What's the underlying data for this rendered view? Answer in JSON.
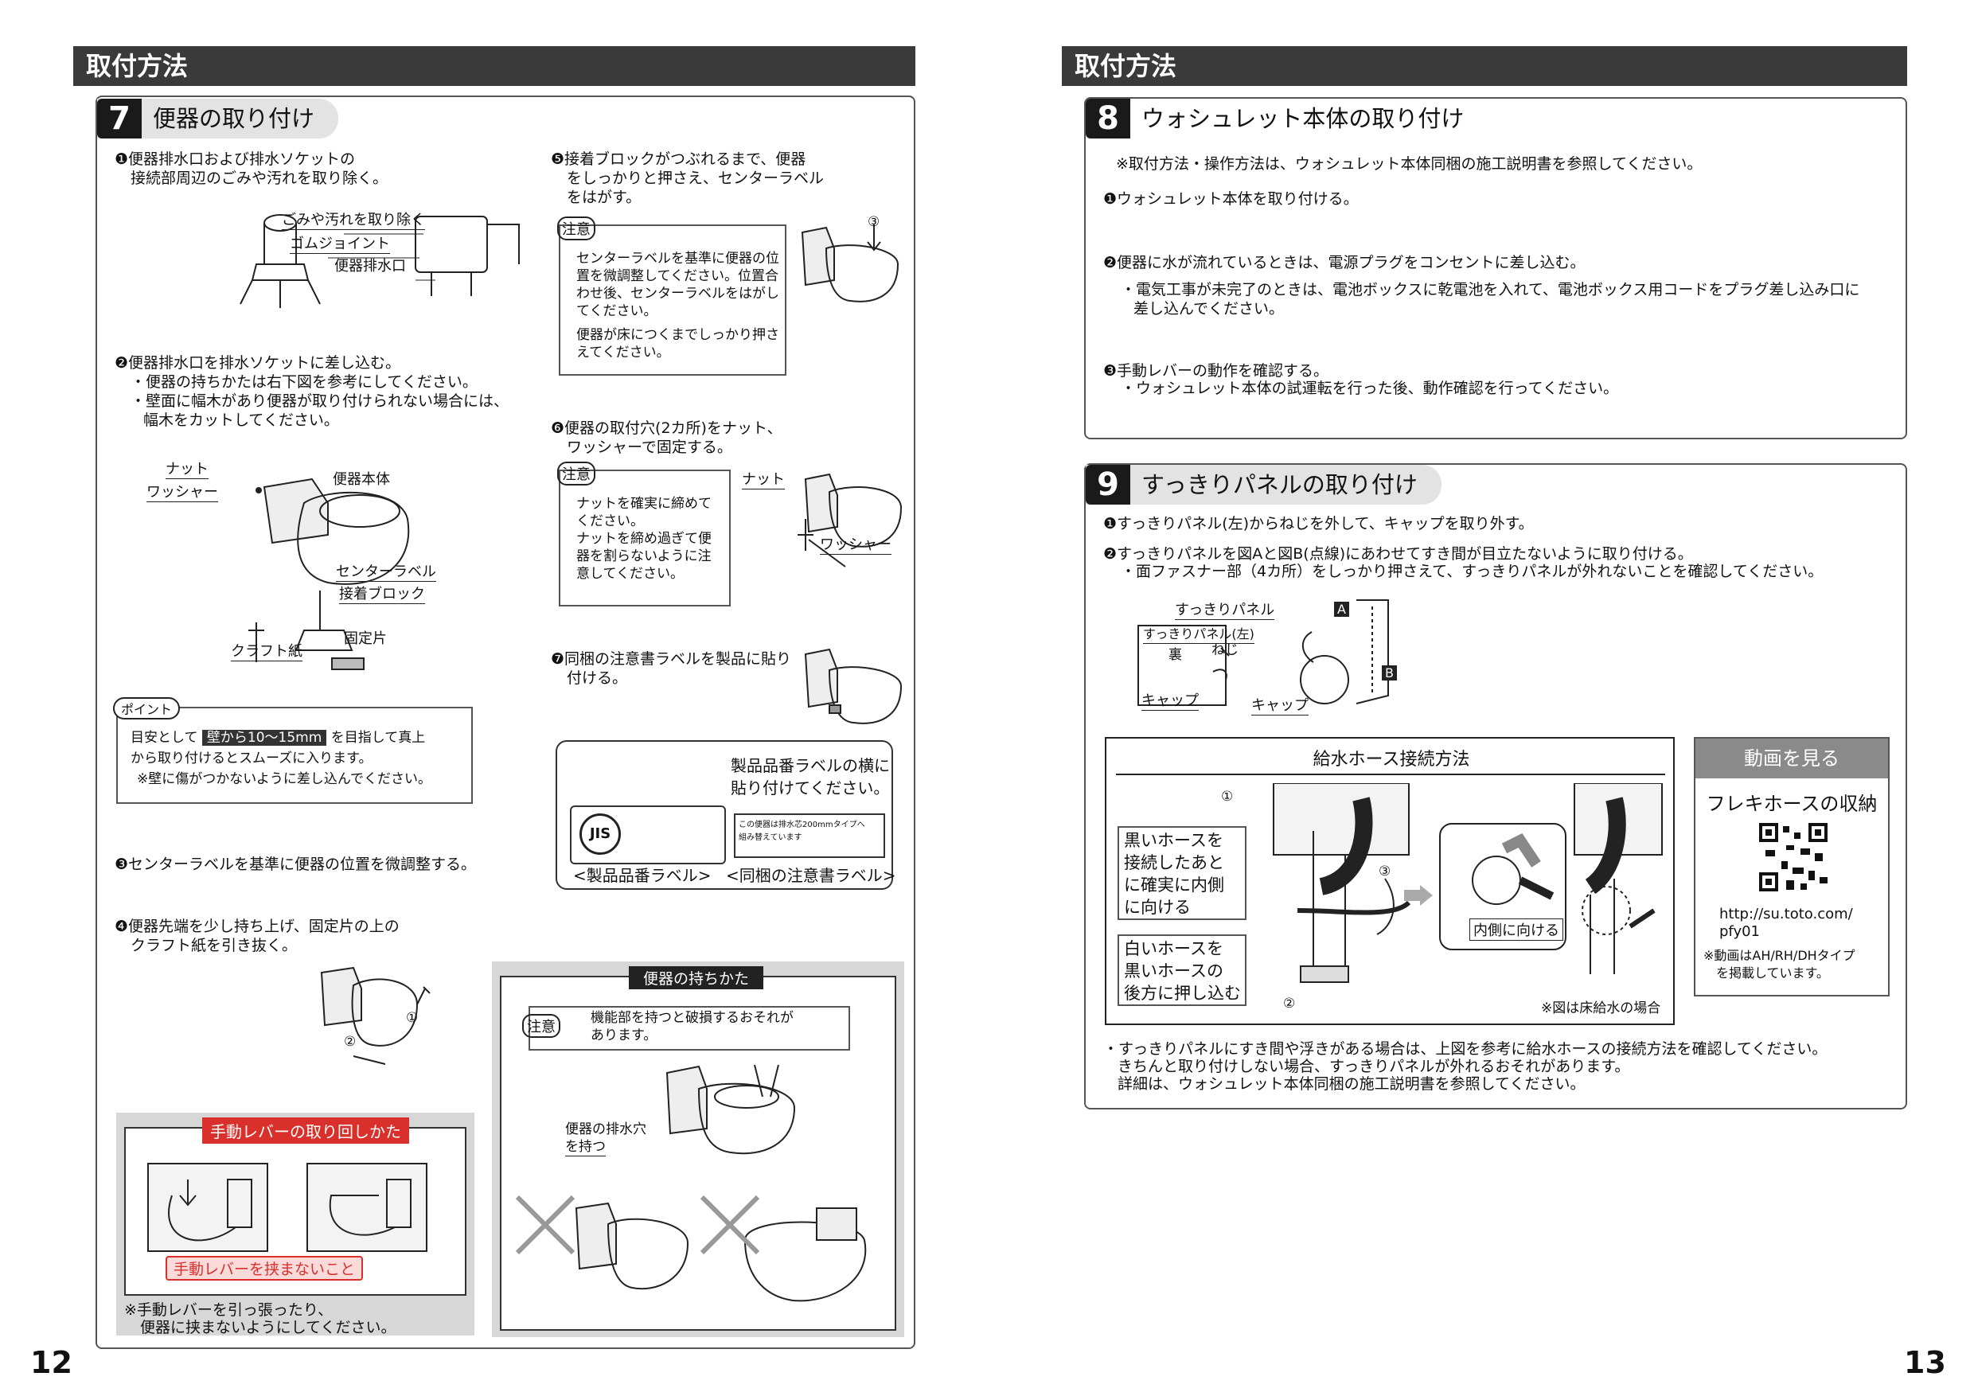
{
  "left": {
    "header": "取付方法",
    "step_num": "7",
    "step_title": "便器の取り付け",
    "s1": [
      "❶便器排水口および排水ソケットの",
      "接続部周辺のごみや汚れを取り除く。"
    ],
    "s1_labels": [
      "ごみや汚れを取り除く",
      "ゴムジョイント",
      "便器排水口"
    ],
    "s2": [
      "❷便器排水口を排水ソケットに差し込む。",
      "・便器の持ちかたは右下図を参考にしてください。",
      "・壁面に幅木があり便器が取り付けられない場合には、",
      "幅木をカットしてください。"
    ],
    "s2_labels": [
      "ナット",
      "ワッシャー",
      "便器本体",
      "センターラベル",
      "接着ブロック",
      "固定片",
      "クラフト紙"
    ],
    "point_badge": "ポイント",
    "point": [
      "目安として",
      "壁から10〜15mm",
      "を目指して真上",
      "から取り付けるとスムーズに入ります。",
      "※壁に傷がつかないように差し込んでください。"
    ],
    "s3": "❸センターラベルを基準に便器の位置を微調整する。",
    "s4": [
      "❹便器先端を少し持ち上げ、固定片の上の",
      "クラフト紙を引き抜く。"
    ],
    "s4_marks": [
      "①",
      "②"
    ],
    "lever_title": "手動レバーの取り回しかた",
    "lever_warn": "手動レバーを挟まないこと",
    "lever_note": [
      "※手動レバーを引っ張ったり、",
      "便器に挟まないようにしてください。"
    ],
    "s5": [
      "❺接着ブロックがつぶれるまで、便器",
      "をしっかりと押さえ、センターラベル",
      "をはがす。"
    ],
    "caution": "注意",
    "s5_caution": [
      "センターラベルを基準に便器の位",
      "置を微調整してください。位置合",
      "わせ後、センターラベルをはがし",
      "てください。",
      "便器が床につくまでしっかり押さ",
      "えてください。"
    ],
    "s5_mark": "③",
    "s6": [
      "❻便器の取付穴(2カ所)をナット、",
      "ワッシャーで固定する。"
    ],
    "s6_caution": [
      "ナットを確実に締めて",
      "ください。",
      "ナットを締め過ぎて便",
      "器を割らないように注",
      "意してください。"
    ],
    "s6_labels": [
      "ナット",
      "ワッシャー"
    ],
    "s7": [
      "❼同梱の注意書ラベルを製品に貼り",
      "付ける。"
    ],
    "s7_callout": [
      "製品品番ラベルの横に",
      "貼り付けてください。"
    ],
    "jis": "JIS",
    "s7_small": [
      "この便器は排水芯200mmタイプへ",
      "組み替えています"
    ],
    "s7_caption": [
      "<製品品番ラベル>",
      "<同梱の注意書ラベル>"
    ],
    "hold_title": "便器の持ちかた",
    "hold_caution": [
      "機能部を持つと破損するおそれが",
      "あります。"
    ],
    "hold_label": [
      "便器の排水穴",
      "を持つ"
    ],
    "page": "12"
  },
  "right": {
    "header": "取付方法",
    "step8_num": "8",
    "step8_title": "ウォシュレット本体の取り付け",
    "s8_note": "※取付方法・操作方法は、ウォシュレット本体同梱の施工説明書を参照してください。",
    "s8_1": "❶ウォシュレット本体を取り付ける。",
    "s8_2": "❷便器に水が流れているときは、電源プラグをコンセントに差し込む。",
    "s8_2b": [
      "・電気工事が未完了のときは、電池ボックスに乾電池を入れて、電池ボックス用コードをプラグ差し込み口に",
      "差し込んでください。"
    ],
    "s8_3": [
      "❸手動レバーの動作を確認する。",
      "・ウォシュレット本体の試運転を行った後、動作確認を行ってください。"
    ],
    "step9_num": "9",
    "step9_title": "すっきりパネルの取り付け",
    "s9_1": "❶すっきりパネル(左)からねじを外して、キャップを取り外す。",
    "s9_2": [
      "❷すっきりパネルを図Aと図B(点線)にあわせてすき間が目立たないように取り付ける。",
      "・面ファスナー部（4カ所）をしっかり押さえて、すっきりパネルが外れないことを確認してください。"
    ],
    "s9_labels": [
      "すっきりパネル",
      "すっきりパネル(左)",
      "裏",
      "ねじ",
      "キャップ",
      "キャップ",
      "A",
      "B"
    ],
    "hose_title": "給水ホース接続方法",
    "hose_black": [
      "黒いホースを",
      "接続したあと",
      "に確実に内側",
      "に向ける"
    ],
    "hose_white": [
      "白いホースを",
      "黒いホースの",
      "後方に押し込む"
    ],
    "hose_marks": [
      "①",
      "③",
      "②"
    ],
    "hose_inner": "内側に向ける",
    "hose_note": "※図は床給水の場合",
    "video_title": "動画を見る",
    "video_sub": "フレキホースの収納",
    "video_url": [
      "http://su.toto.com/",
      "pfy01"
    ],
    "video_note": [
      "※動画はAH/RH/DHタイプ",
      "を掲載しています。"
    ],
    "s9_bottom": [
      "・すっきりパネルにすき間や浮きがある場合は、上図を参考に給水ホースの接続方法を確認してください。",
      "きちんと取り付けしない場合、すっきりパネルが外れるおそれがあります。",
      "詳細は、ウォシュレット本体同梱の施工説明書を参照してください。"
    ],
    "page": "13"
  }
}
